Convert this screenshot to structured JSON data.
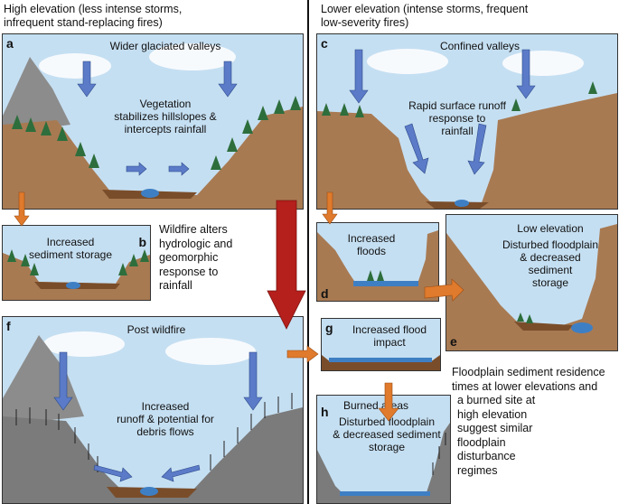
{
  "header_left": [
    "High elevation (less intense storms,",
    "infrequent stand-replacing fires)"
  ],
  "header_right": [
    "Lower elevation (intense storms, frequent",
    "low-severity fires)"
  ],
  "panels": {
    "a": {
      "label": "a",
      "title": "Wider glaciated valleys",
      "text": [
        "Vegetation",
        "stabilizes hillslopes &",
        "intercepts rainfall"
      ]
    },
    "b": {
      "label": "b",
      "text": [
        "Increased",
        "sediment storage"
      ]
    },
    "c": {
      "label": "c",
      "title": "Confined valleys",
      "text": [
        "Rapid surface runoff",
        "response to",
        "rainfall"
      ]
    },
    "d": {
      "label": "d",
      "text": [
        "Increased",
        "floods"
      ]
    },
    "e": {
      "label": "e",
      "title": "Low elevation",
      "text": [
        "Disturbed floodplain",
        "& decreased",
        "sediment",
        "storage"
      ]
    },
    "f": {
      "label": "f",
      "title": "Post wildfire",
      "text": [
        "Increased",
        "runoff & potential for",
        "debris flows"
      ]
    },
    "g": {
      "label": "g",
      "text": [
        "Increased flood",
        "impact"
      ]
    },
    "h": {
      "label": "h",
      "title": "Burned areas",
      "text": [
        "Disturbed floodplain",
        "& decreased sediment",
        "storage"
      ]
    }
  },
  "wildfire_note": [
    "Wildfire alters",
    "hydrologic and",
    "geomorphic",
    "response to",
    "rainfall"
  ],
  "residence_note": [
    "Floodplain sediment residence",
    "times at lower elevations and",
    "a burned site at",
    "high elevation",
    "suggest similar",
    "floodplain",
    "disturbance",
    "regimes"
  ],
  "colors": {
    "sky": "#c5dff2",
    "soil": "#a87a52",
    "bedrock": "#8c8c8c",
    "burned": "#7b7b7b",
    "tree": "#2d6e3c",
    "water": "#3e7fc4",
    "flow_arrow": "#5b7bc8",
    "orange_arrow": "#e07a2c",
    "red_arrow": "#b5201c"
  }
}
